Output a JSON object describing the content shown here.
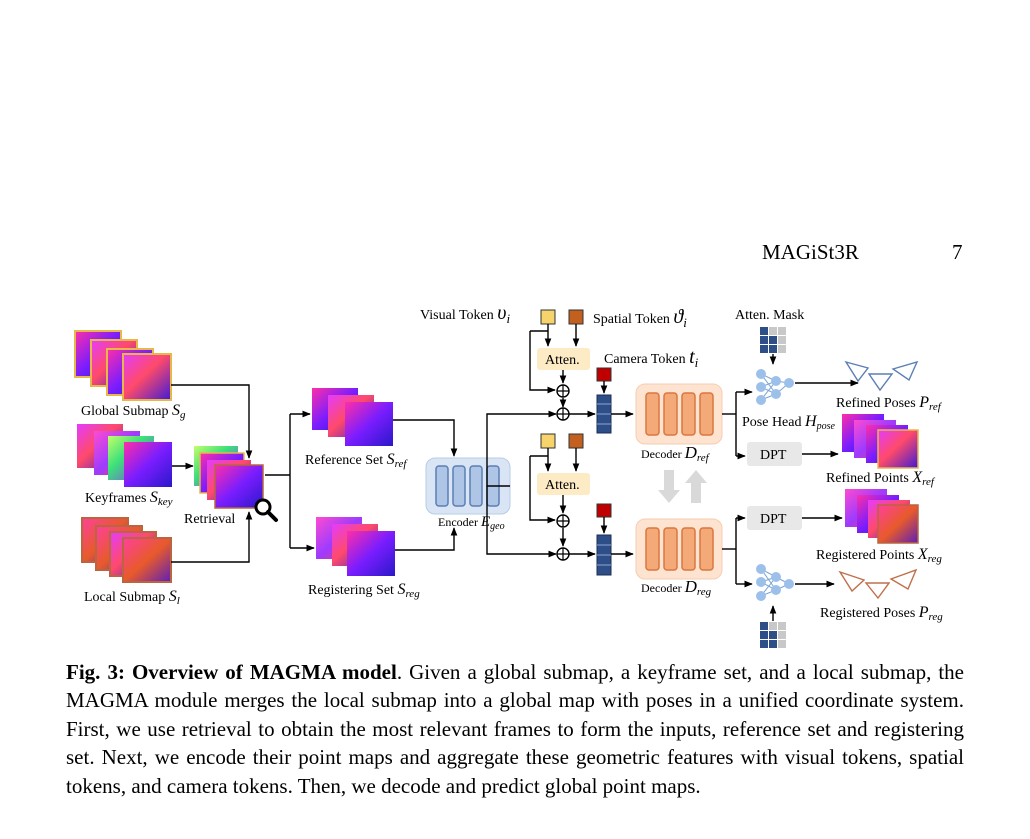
{
  "header": {
    "running_title": "MAGiSt3R",
    "page_number": "7"
  },
  "figure": {
    "inputs": {
      "global_submap": {
        "label": "Global Submap",
        "symbol": "S",
        "sub": "g"
      },
      "keyframes": {
        "label": "Keyframes",
        "symbol": "S",
        "sub": "key"
      },
      "local_submap": {
        "label": "Local Submap",
        "symbol": "S",
        "sub": "l"
      },
      "retrieval": "Retrieval"
    },
    "sets": {
      "reference": {
        "label": "Reference Set",
        "symbol": "S",
        "sub": "ref"
      },
      "registering": {
        "label": "Registering Set",
        "symbol": "S",
        "sub": "reg"
      }
    },
    "encoder": {
      "label": "Encoder",
      "symbol": "E",
      "sub": "geo"
    },
    "tokens": {
      "visual": {
        "label": "Visual Token",
        "symbol": "υ",
        "sub": "i"
      },
      "spatial": {
        "label": "Spatial Token",
        "symbol": "ϑ",
        "sub": "i"
      },
      "camera": {
        "label": "Camera Token",
        "symbol": "t",
        "sub": "i"
      }
    },
    "attention": "Atten.",
    "decoders": {
      "ref": {
        "label": "Decoder",
        "symbol": "D",
        "sub": "ref"
      },
      "reg": {
        "label": "Decoder",
        "symbol": "D",
        "sub": "reg"
      }
    },
    "heads": {
      "atten_mask": "Atten. Mask",
      "pose_head": {
        "label": "Pose Head",
        "symbol": "H",
        "sub": "pose"
      },
      "dpt": "DPT"
    },
    "outputs": {
      "refined_poses": {
        "label": "Refined Poses",
        "symbol": "P",
        "sub": "ref"
      },
      "refined_points": {
        "label": "Refined Points",
        "symbol": "X",
        "sub": "ref"
      },
      "registered_points": {
        "label": "Registered Points",
        "symbol": "X",
        "sub": "reg"
      },
      "registered_poses": {
        "label": "Registered Poses",
        "symbol": "P",
        "sub": "reg"
      }
    },
    "colors": {
      "token_yellow": "#f6d36b",
      "token_orange": "#c4601f",
      "camera_red": "#c00000",
      "stack_blue": "#2e4e88",
      "encoder_blue": "#aec5e6",
      "decoder_orange": "#f4a978",
      "atten_fill": "#fcebc5",
      "pose_frame": "#5b7fb5",
      "reg_pose_frame": "#c06f4b"
    }
  },
  "caption": {
    "label": "Fig. 3: Overview of MAGMA model",
    "text": ". Given a global submap, a keyframe set, and a local submap, the MAGMA module merges the local submap into a global map with poses in a unified coordinate system. First, we use retrieval to obtain the most relevant frames to form the inputs, reference set and registering set. Next, we encode their point maps and aggregate these geometric features with visual tokens, spatial tokens, and camera tokens. Then, we decode and predict global point maps."
  }
}
